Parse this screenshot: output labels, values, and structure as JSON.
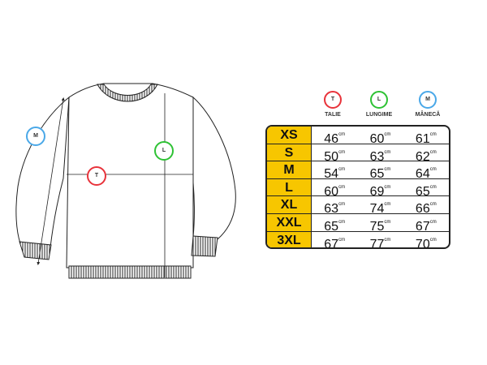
{
  "measurements": [
    {
      "key": "T",
      "label": "TALIE",
      "color": "#e8333b"
    },
    {
      "key": "L",
      "label": "LUNGIME",
      "color": "#2ec234"
    },
    {
      "key": "M",
      "label": "MÂNECĂ",
      "color": "#4aa8e8"
    }
  ],
  "unit": "cm",
  "rows": [
    {
      "size": "XS",
      "values": [
        "46",
        "60",
        "61"
      ]
    },
    {
      "size": "S",
      "values": [
        "50",
        "63",
        "62"
      ]
    },
    {
      "size": "M",
      "values": [
        "54",
        "65",
        "64"
      ]
    },
    {
      "size": "L",
      "values": [
        "60",
        "69",
        "65"
      ]
    },
    {
      "size": "XL",
      "values": [
        "63",
        "74",
        "66"
      ]
    },
    {
      "size": "XXL",
      "values": [
        "65",
        "75",
        "67"
      ]
    },
    {
      "size": "3XL",
      "values": [
        "67",
        "77",
        "70"
      ]
    }
  ],
  "size_column_color": "#f7c600"
}
